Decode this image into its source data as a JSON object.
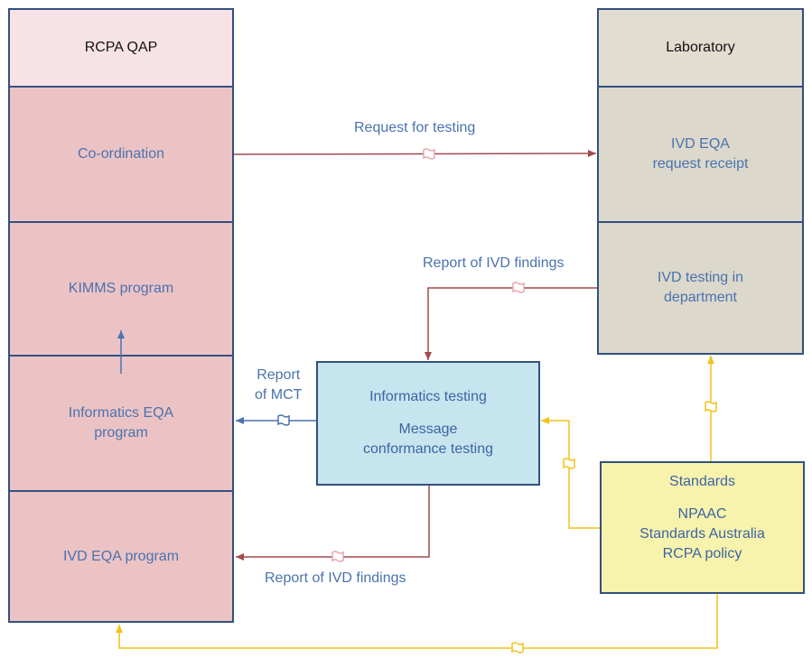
{
  "left_column": {
    "header": "RCPA QAP",
    "sections": [
      "Co-ordination",
      "KIMMS program",
      [
        "Informatics EQA",
        "program"
      ],
      "IVD EQA program"
    ]
  },
  "right_column": {
    "header": "Laboratory",
    "sections": [
      [
        "IVD EQA",
        "request receipt"
      ],
      [
        "IVD testing in",
        "department"
      ]
    ]
  },
  "informatics": {
    "title": "Informatics testing",
    "body": [
      "Message",
      "conformance testing"
    ]
  },
  "standards": {
    "title": "Standards",
    "items": [
      "NPAAC",
      "Standards Australia",
      "RCPA policy"
    ]
  },
  "flows": {
    "request": "Request for testing",
    "report_ivd_upper": "Report of IVD findings",
    "report_mct": [
      "Report",
      "of MCT"
    ],
    "report_ivd_lower": "Report of IVD findings"
  },
  "colors": {
    "border": "#33507e",
    "red_flow": "#a14a4e",
    "blue_flow": "#4a72ae",
    "yellow_flow": "#f2c21b"
  }
}
